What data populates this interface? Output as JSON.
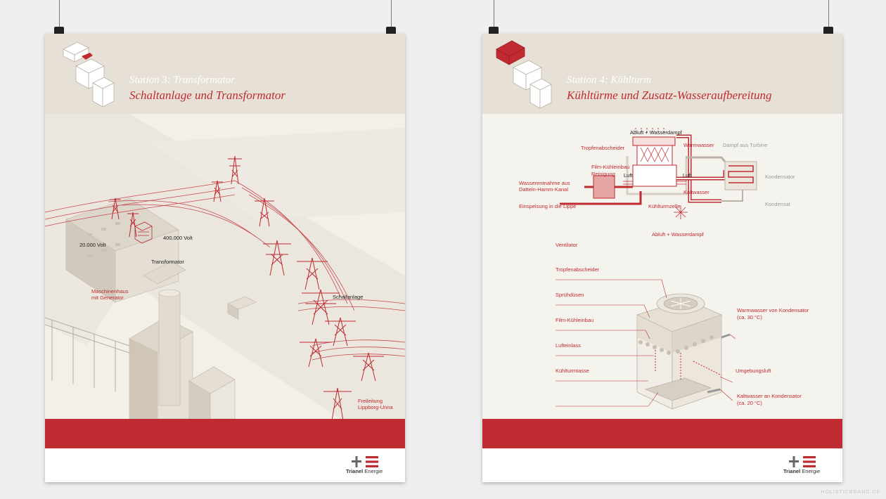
{
  "colors": {
    "accent": "#bf2b30",
    "head": "#e6e0d6",
    "background": "#efefef"
  },
  "poster_left": {
    "station": "Station 3: Transformator",
    "title": "Schaltanlage und Transformator",
    "labels": {
      "v20": "20.000 Volt",
      "v400": "400.000 Volt",
      "transformator": "Transformator",
      "maschinenhaus_1": "Maschinenhaus",
      "maschinenhaus_2": "mit Generator",
      "schaltanlage": "Schaltanlage",
      "freileitung_1": "Freileitung",
      "freileitung_2": "Lippborg-Unna"
    },
    "logo": {
      "bold": "Trianel",
      "light": " Energie"
    }
  },
  "poster_right": {
    "station": "Station 4: Kühlturm",
    "title": "Kühltürme und Zusatz-Wasseraufbereitung",
    "top_labels": {
      "abluft": "Abluft + Wasserdampf",
      "tropfen": "Tropfenabscheider",
      "warmwasser": "Warmwasser",
      "dampf": "Dampf aus Turbine",
      "film": "Film-Kühleinbau",
      "reinigung": "Reinigung",
      "luft_l": "Luft",
      "luft_r": "Luft",
      "kondensator": "Kondensator",
      "entnahme_1": "Wasserentnahme aus",
      "entnahme_2": "Datteln-Hamm-Kanal",
      "kaltwasser": "Kaltwasser",
      "kondensat": "Kondensat",
      "einspeisung": "Einspeisung in die Lippe",
      "zelle": "Kühlturmzelle"
    },
    "tower_labels": {
      "abluft": "Abluft + Wasserdampf",
      "ventilator": "Ventilator",
      "tropfen": "Tropfenabscheider",
      "spruehduesen": "Sprühdüsen",
      "film": "Film-Kühleinbau",
      "lufteinlass": "Lufteinlass",
      "tasse": "Kühlturmtasse",
      "warm_1": "Warmwasser von Kondensator",
      "warm_2": "(ca. 30 °C)",
      "umgebung": "Umgebungsluft",
      "kalt_1": "Kaltwasser an Kondensator",
      "kalt_2": "(ca. 20 °C)"
    },
    "logo": {
      "bold": "Trianel",
      "light": " Energie"
    }
  },
  "watermark": "HOLISTICBRAND.DE"
}
